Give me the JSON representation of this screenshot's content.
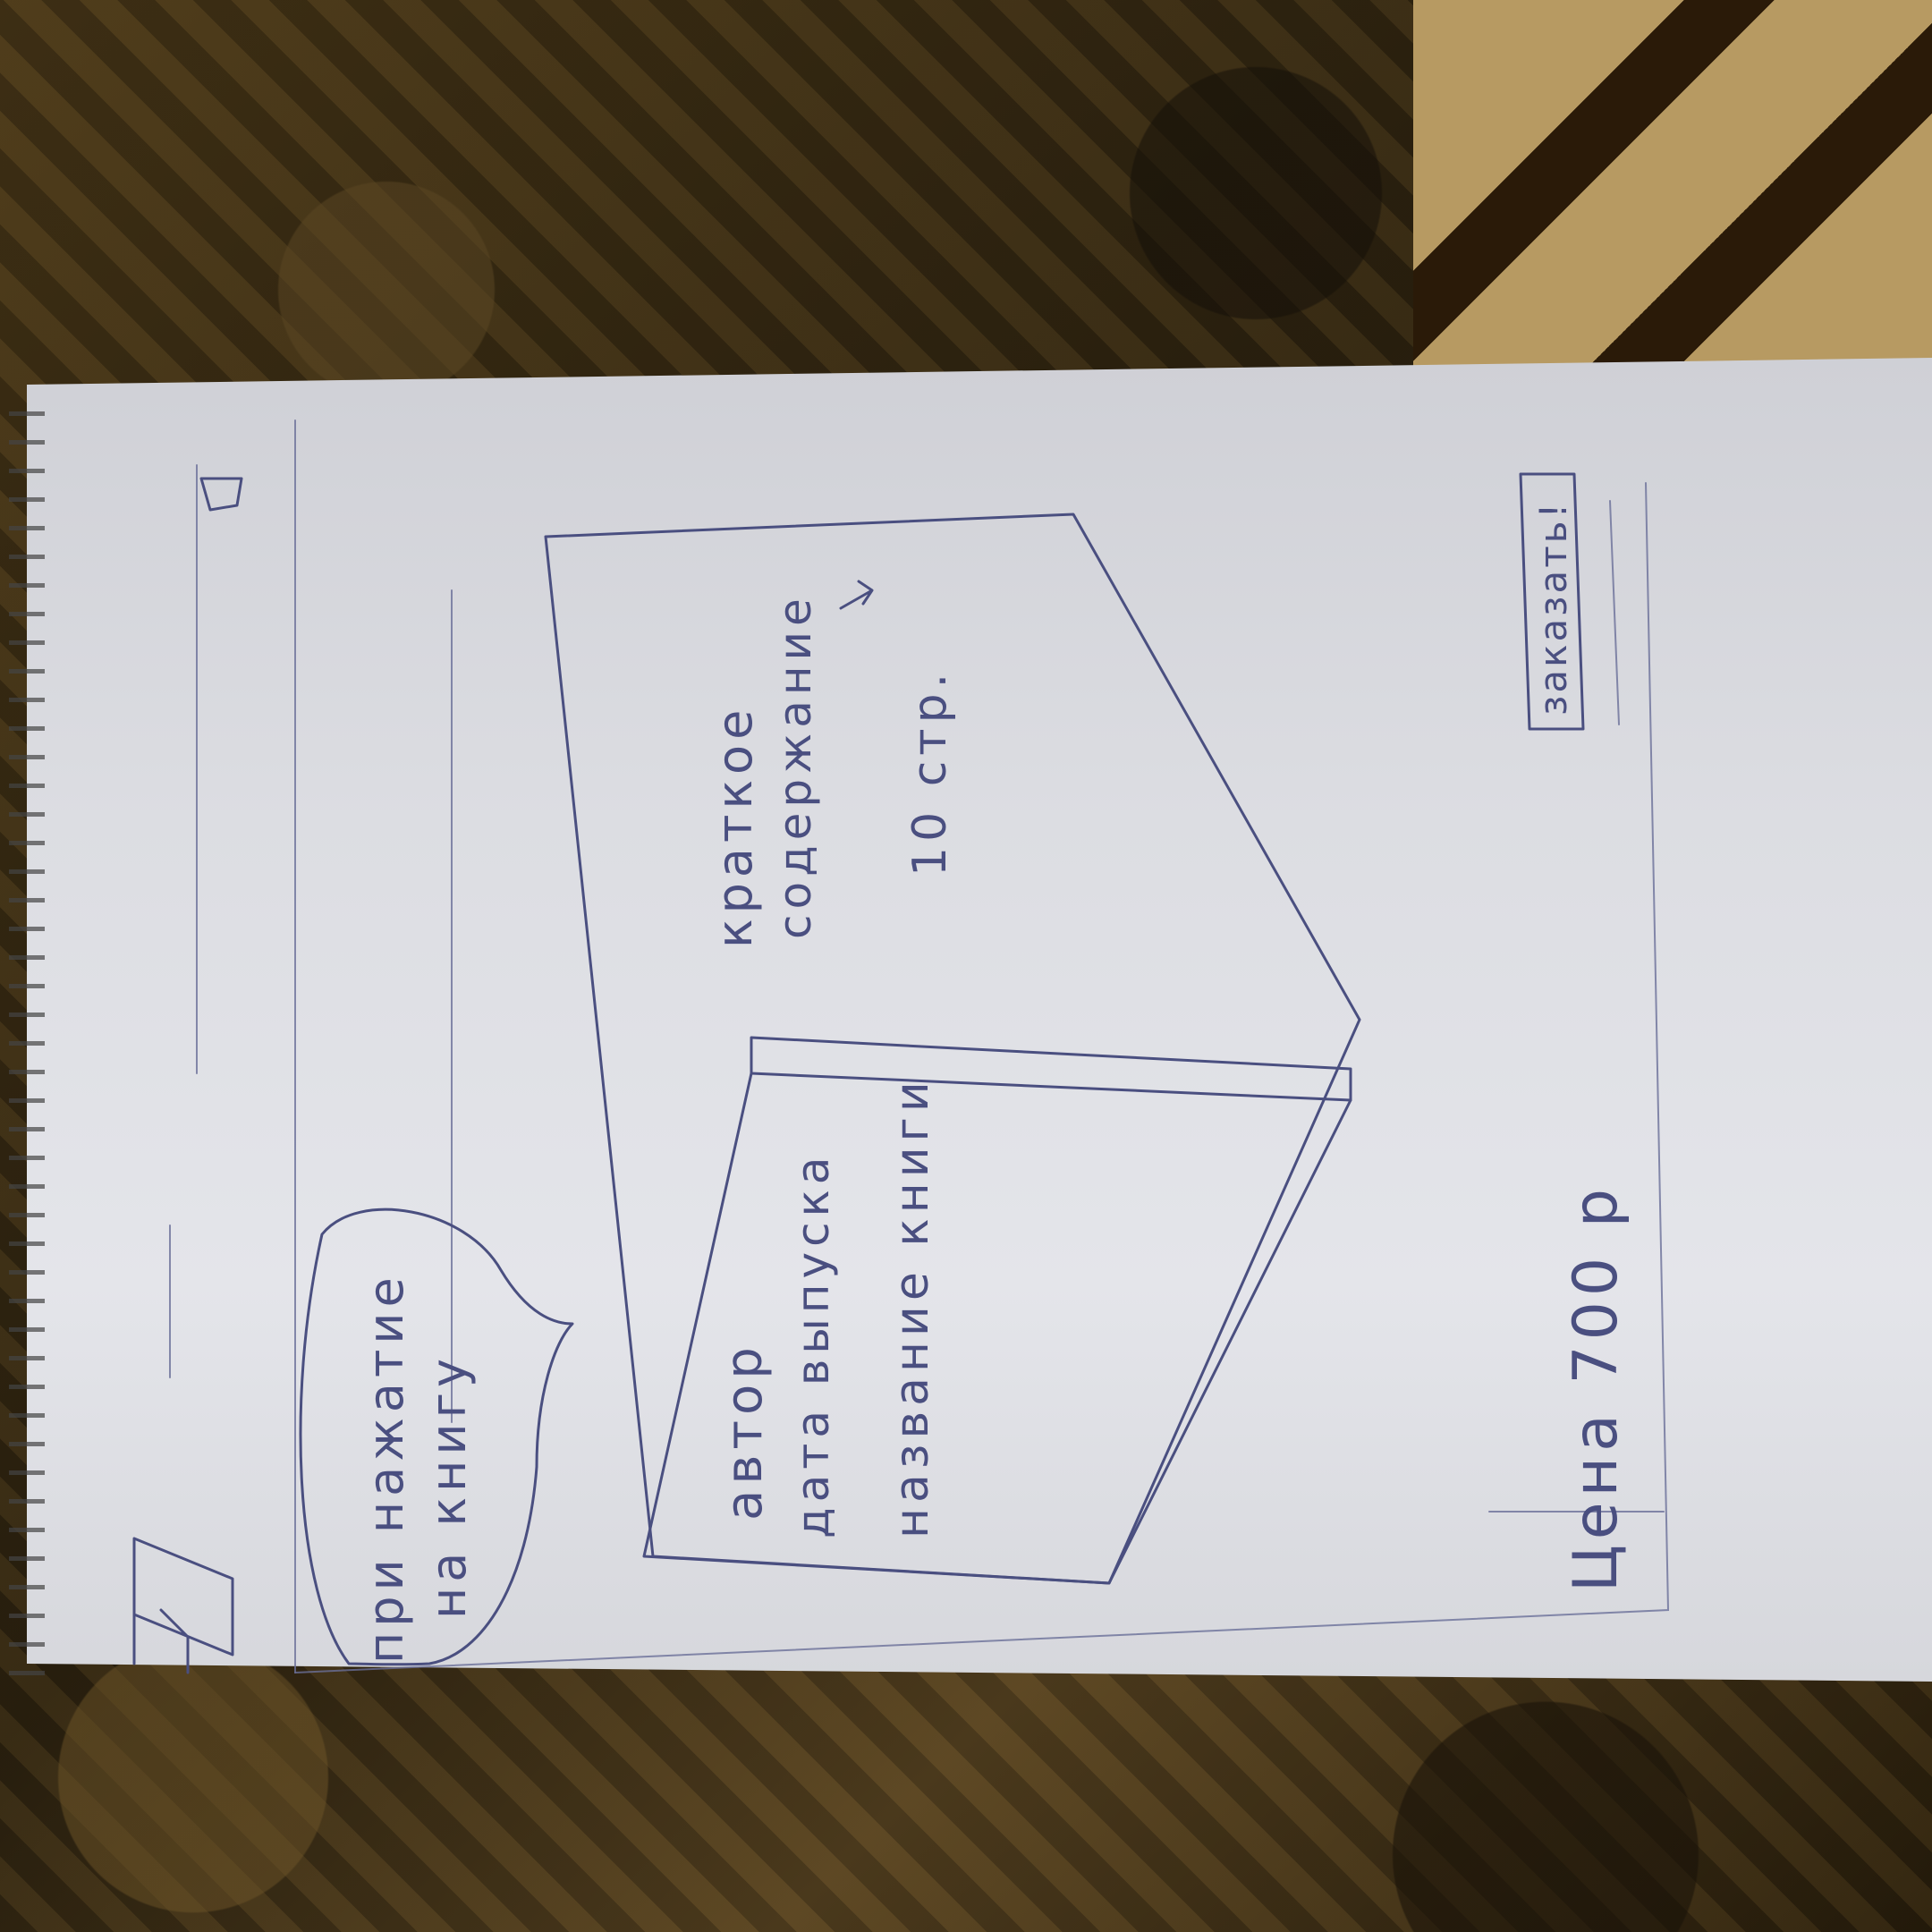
{
  "bubble": {
    "line1": "при нажатие",
    "line2": "на книгу"
  },
  "left_page": {
    "author": "автор",
    "date": "дата выпуска",
    "title": "название книги"
  },
  "right_page": {
    "summary_1": "краткое",
    "summary_2": "содержание",
    "pages": "10 стр."
  },
  "price": "Цена 700 р",
  "order_button": "заказать!",
  "ink_color": "#4a4f80"
}
